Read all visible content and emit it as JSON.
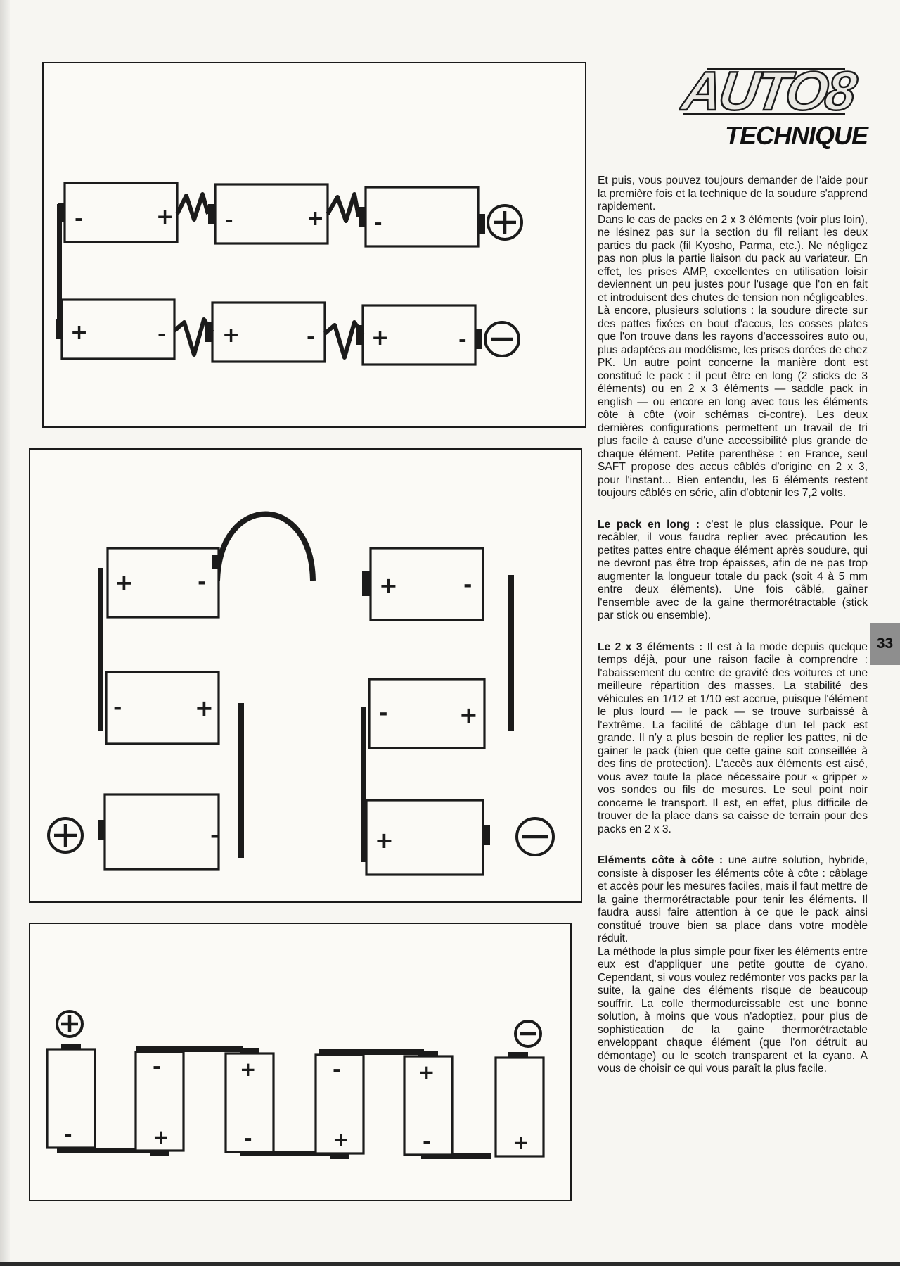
{
  "header": {
    "logo_text": "AUTO8",
    "section": "TECHNIQUE"
  },
  "page_number": "33",
  "figures": {
    "plus": "+",
    "minus": "-"
  },
  "article": {
    "intro": [
      "Et puis, vous pouvez toujours demander de l'aide pour la première fois et la technique de la soudure s'apprend rapidement.",
      "Dans le cas de packs en 2 x 3 éléments (voir plus loin), ne lésinez pas sur la section du fil reliant les deux parties du pack (fil Kyosho, Parma, etc.). Ne négligez pas non plus la partie liaison du pack au variateur. En effet, les prises AMP, excellentes en utilisation loisir deviennent un peu justes pour l'usage que l'on en fait et introduisent des chutes de tension non négligeables. Là encore, plusieurs solutions : la soudure directe sur des pattes fixées en bout d'accus, les cosses plates que l'on trouve dans les rayons d'accessoires auto ou, plus adaptées au modélisme, les prises dorées de chez PK. Un autre point concerne la manière dont est constitué le pack : il peut être en long (2 sticks de 3 éléments) ou en 2 x 3 éléments — saddle pack in english — ou encore en long avec tous les éléments côte à côte (voir schémas ci-contre). Les deux dernières configurations permettent un travail de tri plus facile à cause d'une accessibilité plus grande de chaque élément. Petite parenthèse : en France, seul SAFT propose des accus câblés d'origine en 2 x 3, pour l'instant... Bien entendu, les 6 éléments restent toujours câblés en série, afin d'obtenir les 7,2 volts."
    ],
    "s1_title": "Le pack en long :",
    "s1_body": " c'est le plus classique. Pour le recâbler, il vous faudra replier avec précaution les petites pattes entre chaque élément après soudure, qui ne devront pas être trop épaisses, afin de ne pas trop augmenter la longueur totale du pack (soit 4 à 5 mm entre deux éléments). Une fois câblé, gaîner l'ensemble avec de la gaine thermorétractable (stick par stick ou ensemble).",
    "s2_title": "Le 2 x 3 éléments :",
    "s2_body": " Il est à la mode depuis quelque temps déjà, pour une raison facile à comprendre : l'abaissement du centre de gravité des voitures et une meilleure répartition des masses. La stabilité des véhicules en 1/12 et 1/10 est accrue, puisque l'élément le plus lourd — le pack — se trouve surbaissé à l'extrême. La facilité de câblage d'un tel pack est grande. Il n'y a plus besoin de replier les pattes, ni de gainer le pack (bien que cette gaine soit conseillée à des fins de protection). L'accès aux éléments est aisé, vous avez toute la place nécessaire pour « gripper » vos sondes ou fils de mesures. Le seul point noir concerne le transport. Il est, en effet, plus difficile de trouver de la place dans sa caisse de terrain pour des packs en 2 x 3.",
    "s3_title": "Eléments côte à côte :",
    "s3_body": " une autre solution, hybride, consiste à disposer les éléments côte à côte : câblage et accès pour les mesures faciles, mais il faut mettre de la gaine thermorétractable pour tenir les éléments. Il faudra aussi faire attention à ce que le pack ainsi constitué trouve bien sa place dans votre modèle réduit.",
    "s3_body2": "La méthode la plus simple pour fixer les éléments entre eux est d'appliquer une petite goutte de cyano. Cependant, si vous voulez redémonter vos packs par la suite, la gaine des éléments risque de beaucoup souffrir. La colle thermodurcissable est une bonne solution, à moins que vous n'adoptiez, pour plus de sophistication de la gaine thermorétractable enveloppant chaque élément (que l'on détruit au démontage) ou le scotch transparent et la cyano. A vous de choisir ce qui vous paraît la plus facile."
  }
}
